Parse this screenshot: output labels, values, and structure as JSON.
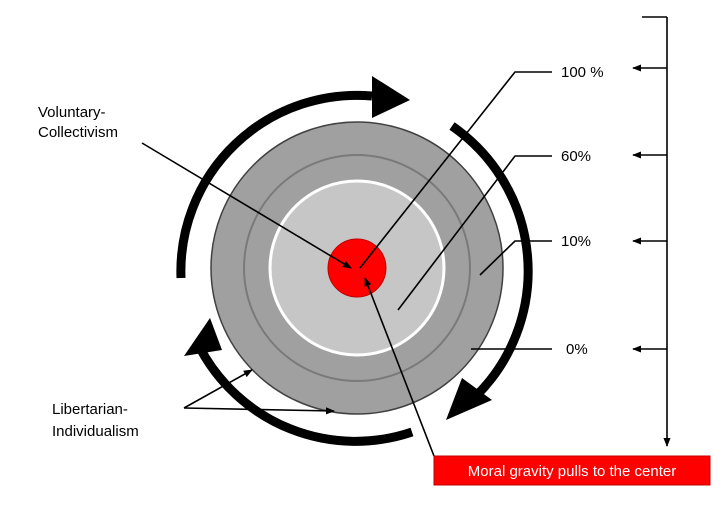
{
  "labels": {
    "voluntary_line1": "Voluntary-",
    "voluntary_line2": "Collectivism",
    "libertarian_line1": "Libertarian-",
    "libertarian_line2": "Individualism",
    "caption": "Moral gravity pulls to the center"
  },
  "scale": {
    "p100": "100 %",
    "p60": "60%",
    "p10": "10%",
    "p0": "0%"
  },
  "colors": {
    "outer_disk": "#a0a0a0",
    "inner_disk": "#c6c6c6",
    "center_dot": "#ff0000",
    "caption_bg": "#ff0000",
    "caption_text": "#ffffff",
    "arrows": "#000000"
  },
  "icons": [
    "clockwise-rotation-arrow-icon",
    "inward-pointer-arrow-icon"
  ]
}
